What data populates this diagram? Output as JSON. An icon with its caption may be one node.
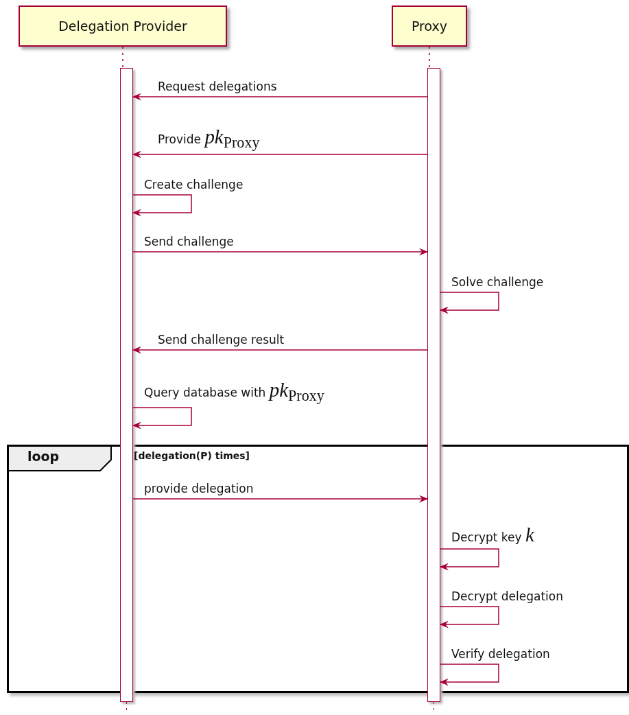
{
  "diagram": {
    "nodes": [
      {
        "text": [
          "Delegation Provider"
        ]
      },
      {
        "text": [
          "Proxy"
        ]
      },
      {
        "text": [],
        "shape": "bar"
      },
      {
        "text": [],
        "shape": "bar"
      }
    ],
    "edges": [
      {
        "from": 0,
        "to": 2,
        "arrow": "none",
        "style": "dashed"
      },
      {
        "from": 1,
        "to": 3,
        "arrow": "none",
        "style": "dashed"
      },
      {
        "from": 3,
        "to": 2,
        "arrow": "to",
        "label": "Request delegations"
      },
      {
        "from": 3,
        "to": 2,
        "arrow": "to",
        "label": "Provide *pk*$_{Proxy}$"
      },
      {
        "from": 2,
        "to": 2,
        "arrow": "to",
        "label": "Create challenge"
      },
      {
        "from": 2,
        "to": 3,
        "arrow": "to",
        "label": "Send challenge"
      },
      {
        "from": 3,
        "to": 3,
        "arrow": "to",
        "label": "Solve challenge"
      },
      {
        "from": 3,
        "to": 2,
        "arrow": "to",
        "label": "Send challenge result"
      },
      {
        "from": 2,
        "to": 2,
        "arrow": "to",
        "label": "Query database with *pk*$_{Proxy}$"
      },
      {
        "from": 2,
        "to": 3,
        "arrow": "to",
        "label": "provide delegation"
      },
      {
        "from": 3,
        "to": 3,
        "arrow": "to",
        "label": "Decrypt key *k*"
      },
      {
        "from": 3,
        "to": 3,
        "arrow": "to",
        "label": "Decrypt delegation"
      },
      {
        "from": 3,
        "to": 3,
        "arrow": "to",
        "label": "Verify delegation"
      }
    ],
    "labels": [
      "loop",
      "[delegation(P) times]"
    ]
  }
}
